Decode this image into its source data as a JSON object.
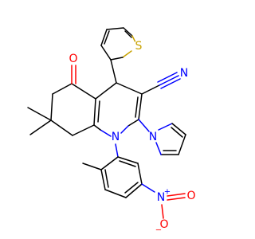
{
  "colors": {
    "carbon": "#000000",
    "nitrogen": "#0000ff",
    "oxygen": "#ff0000",
    "sulfur": "#c8a200"
  },
  "atoms": {
    "sulfur": "S",
    "nitrile_n": "N",
    "ketone_o": "O",
    "ring_n": "N",
    "pyrrole_n": "N",
    "nitro_n": "N",
    "nitro_plus": "+",
    "nitro_o_top": "O",
    "nitro_o_bottom": "O",
    "nitro_minus": "−"
  }
}
